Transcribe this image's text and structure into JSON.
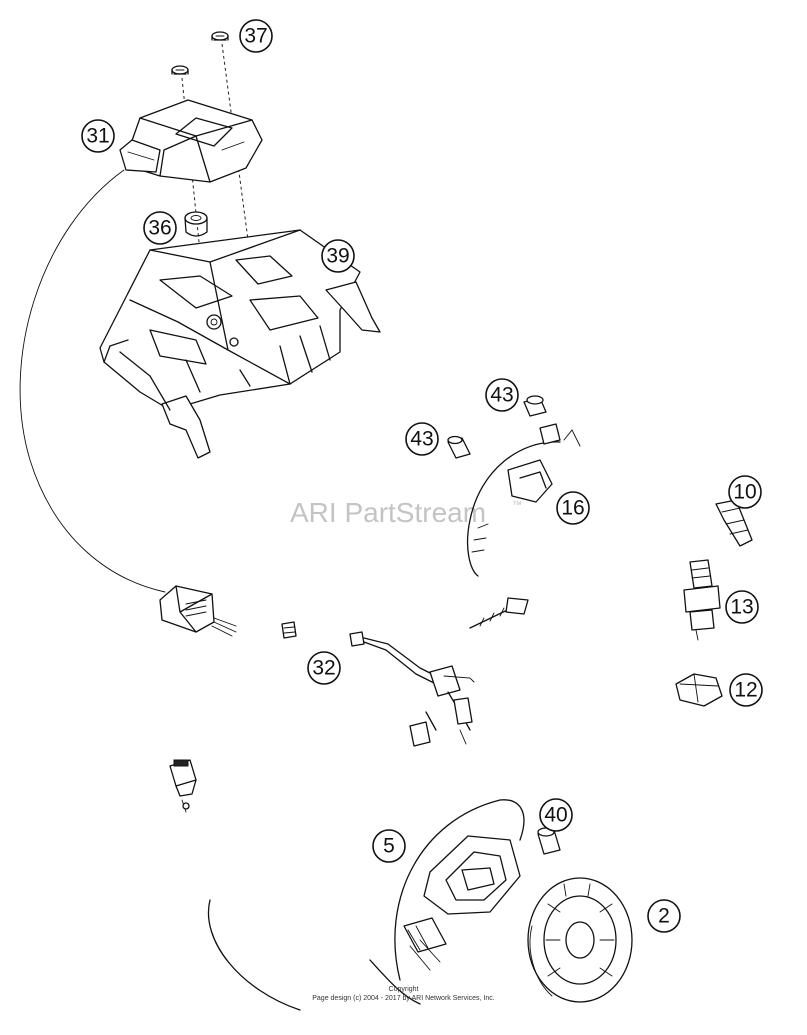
{
  "watermark": {
    "text": "ARI PartStream",
    "trademark": "™"
  },
  "callouts": [
    {
      "id": "callout-37",
      "label": "37"
    },
    {
      "id": "callout-31",
      "label": "31"
    },
    {
      "id": "callout-36",
      "label": "36"
    },
    {
      "id": "callout-39",
      "label": "39"
    },
    {
      "id": "callout-43a",
      "label": "43"
    },
    {
      "id": "callout-43b",
      "label": "43"
    },
    {
      "id": "callout-16",
      "label": "16"
    },
    {
      "id": "callout-10",
      "label": "10"
    },
    {
      "id": "callout-13",
      "label": "13"
    },
    {
      "id": "callout-12",
      "label": "12"
    },
    {
      "id": "callout-32",
      "label": "32"
    },
    {
      "id": "callout-40",
      "label": "40"
    },
    {
      "id": "callout-5",
      "label": "5"
    },
    {
      "id": "callout-2",
      "label": "2"
    }
  ],
  "footer": {
    "copyright_label": "Copyright",
    "notice": "Page design (c) 2004 - 2017 by ARI Network Services, Inc."
  }
}
